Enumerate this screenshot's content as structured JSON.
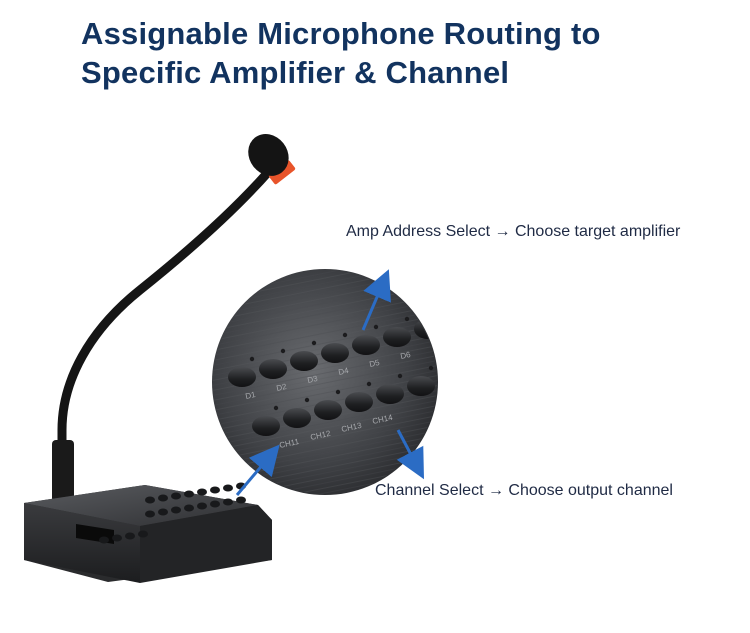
{
  "title": {
    "line1": "Assignable Microphone Routing to",
    "line2": "Specific Amplifier & Channel"
  },
  "callouts": {
    "amp": "Amp Address Select → Choose target amplifier",
    "channel": "Channel Select → Choose output channel"
  },
  "zoom_labels": {
    "amp_row": [
      "D1",
      "D2",
      "D3",
      "D4",
      "D5",
      "D6"
    ],
    "channel_row": [
      "CH11",
      "CH12",
      "CH13",
      "CH14"
    ]
  },
  "colors": {
    "title": "#12335f",
    "arrow": "#2b6cc4",
    "mic_ring": "#e8542a"
  }
}
